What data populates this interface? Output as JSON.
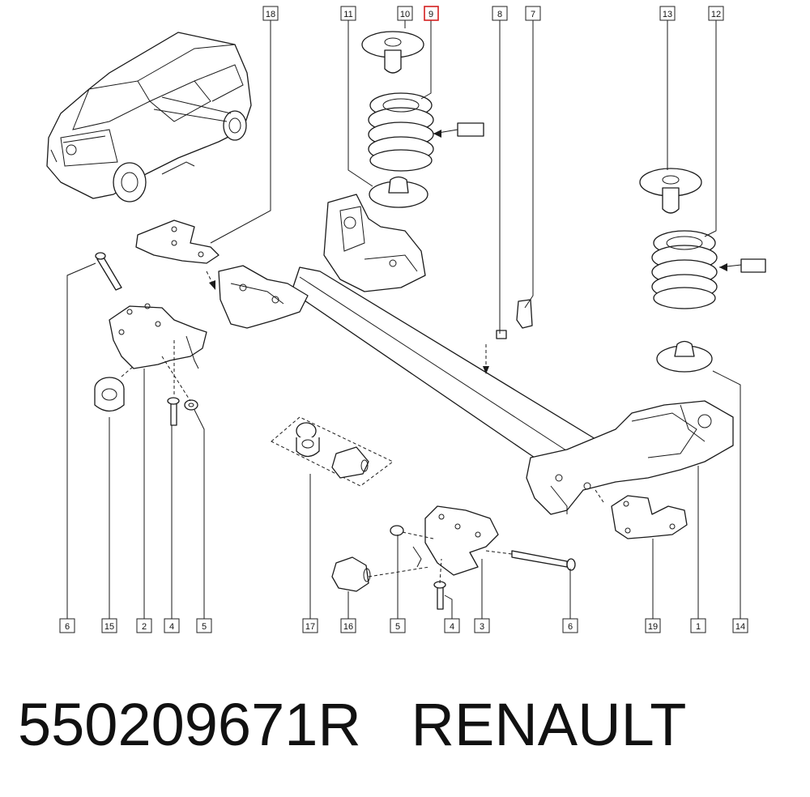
{
  "labels": [
    {
      "id": "l18",
      "text": "18"
    },
    {
      "id": "l11",
      "text": "11"
    },
    {
      "id": "l10",
      "text": "10"
    },
    {
      "id": "l9",
      "text": "9",
      "highlight": true
    },
    {
      "id": "l8",
      "text": "8"
    },
    {
      "id": "l7",
      "text": "7"
    },
    {
      "id": "l13",
      "text": "13"
    },
    {
      "id": "l12",
      "text": "12"
    },
    {
      "id": "b6a",
      "text": "6"
    },
    {
      "id": "b15",
      "text": "15"
    },
    {
      "id": "b2",
      "text": "2"
    },
    {
      "id": "b4a",
      "text": "4"
    },
    {
      "id": "b5a",
      "text": "5"
    },
    {
      "id": "b17",
      "text": "17"
    },
    {
      "id": "b16",
      "text": "16"
    },
    {
      "id": "b5b",
      "text": "5"
    },
    {
      "id": "b4b",
      "text": "4"
    },
    {
      "id": "b3",
      "text": "3"
    },
    {
      "id": "b6b",
      "text": "6"
    },
    {
      "id": "b19",
      "text": "19"
    },
    {
      "id": "b1",
      "text": "1"
    },
    {
      "id": "b14",
      "text": "14"
    }
  ],
  "highlight_color": "#d42020",
  "caption": {
    "part_number": "550209671R",
    "brand": "RENAULT"
  }
}
